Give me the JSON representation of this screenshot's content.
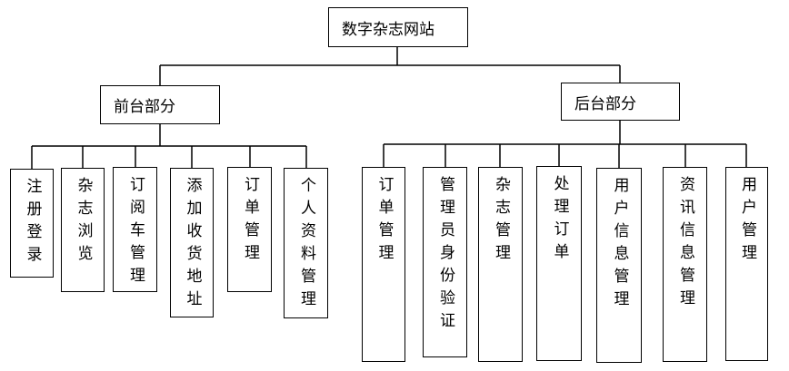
{
  "root": {
    "label": "数字杂志网站"
  },
  "branches": [
    {
      "label": "前台部分",
      "children": [
        "注册登录",
        "杂志浏览",
        "订阅车管理",
        "添加收货地址",
        "订单管理",
        "个人资料管理"
      ]
    },
    {
      "label": "后台部分",
      "children": [
        "订单管理",
        "管理员身份验证",
        "杂志管理",
        "处理订单",
        "用户信息管理",
        "资讯信息管理",
        "用户管理"
      ]
    }
  ]
}
